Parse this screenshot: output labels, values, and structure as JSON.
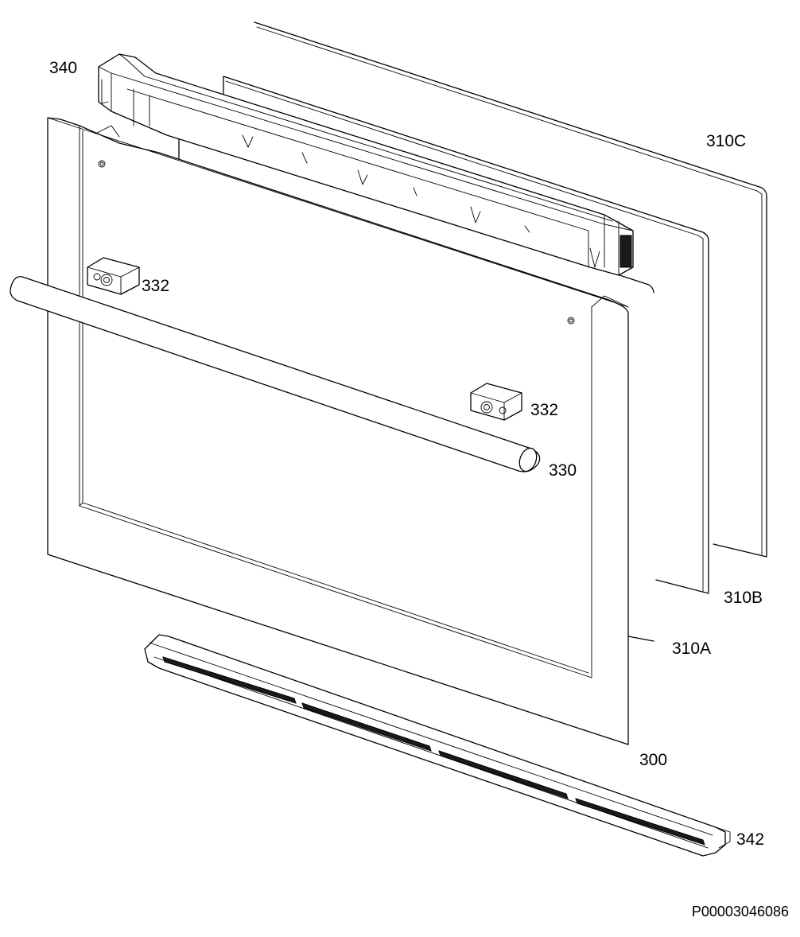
{
  "labels": {
    "glass_outer": "310C",
    "glass_middle": "310B",
    "glass_inner": "310A",
    "top_trim": "340",
    "hinge_block_left": "332",
    "hinge_block_right": "332",
    "handle": "330",
    "door_panel": "300",
    "bottom_trim": "342"
  },
  "document_id": "P00003046086"
}
